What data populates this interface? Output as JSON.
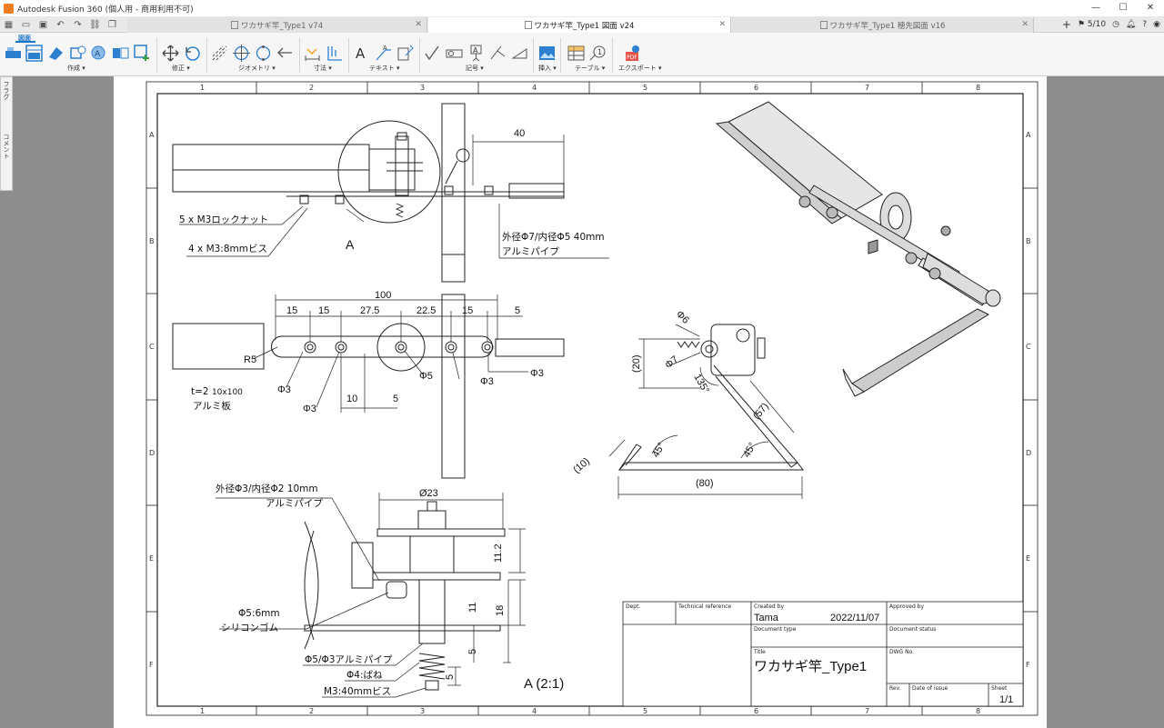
{
  "window": {
    "title": "Autodesk Fusion 360 (個人用 - 商用利用不可)",
    "controls": [
      "—",
      "☐",
      "✕"
    ]
  },
  "tabs": [
    {
      "label": "ワカサギ竿_Type1 v74",
      "active": false
    },
    {
      "label": "ワカサギ竿_Type1 図面 v24",
      "active": true
    },
    {
      "label": "ワカサギ竿_Type1 穂先図面 v16",
      "active": false
    }
  ],
  "tab_right": {
    "jobs": "5/10"
  },
  "toolbar": {
    "mode": "図面",
    "groups": [
      {
        "label": "作成 ▾"
      },
      {
        "label": "修正 ▾"
      },
      {
        "label": "ジオメトリ ▾"
      },
      {
        "label": "寸法 ▾"
      },
      {
        "label": "テキスト ▾"
      },
      {
        "label": "記号 ▾"
      },
      {
        "label": "挿入 ▾"
      },
      {
        "label": "テーブル ▾"
      },
      {
        "label": "エクスポート ▾"
      }
    ]
  },
  "side_panel": {
    "flags": "フラグ",
    "comments": "コメント"
  },
  "sheet": {
    "columns": [
      "1",
      "2",
      "3",
      "4",
      "5",
      "6",
      "7",
      "8"
    ],
    "rows": [
      "A",
      "B",
      "C",
      "D",
      "E",
      "F"
    ],
    "dimensions": {
      "d40": "40",
      "d100": "100",
      "d15a": "15",
      "d15b": "15",
      "d27_5": "27.5",
      "d22_5": "22.5",
      "d15c": "15",
      "d5": "5",
      "r5": "R5",
      "phi3a": "Φ3",
      "phi3b": "Φ3",
      "phi3c": "Φ3",
      "phi3d": "Φ3",
      "phi5": "Φ5",
      "d10": "10",
      "d5b": "5",
      "d23": "Ø23",
      "d11_2": "11.2",
      "d11": "11",
      "d18": "18",
      "d5c": "5",
      "d5d": "5",
      "phi6": "Φ6",
      "phi7": "Φ7",
      "d20": "(20)",
      "a135": "135°",
      "d57": "(57)",
      "a45a": "45°",
      "a45b": "45°",
      "d10p": "(10)",
      "d80": "(80)"
    },
    "notes": {
      "nut": "5 x M3ロックナット",
      "screw": "4 x M3:8mmビス",
      "detail_label": "A",
      "pipe1": "外径Φ7/内径Φ5 40mm",
      "pipe1b": "アルミパイプ",
      "plate1": "t=2",
      "plate1s": "10x100",
      "plate2": "アルミ板",
      "pipe2": "外径Φ3/内径Φ2 10mm",
      "pipe2b": "アルミパイプ",
      "rubber1": "Φ5:6mm",
      "rubber2": "シリコンゴム",
      "pipe3": "Φ5/Φ3アルミパイプ",
      "spring": "Φ4:ばね",
      "screw2": "M3:40mmビス",
      "detail_scale": "A (2:1)"
    },
    "title_block": {
      "dept_label": "Dept.",
      "techref_label": "Technical reference",
      "created_label": "Created by",
      "created_by": "Tama",
      "created_date": "2022/11/07",
      "approved_label": "Approved by",
      "doctype_label": "Document type",
      "docstatus_label": "Document status",
      "title_label": "Title",
      "title": "ワカサギ竿_Type1",
      "dwg_label": "DWG No.",
      "rev_label": "Rev.",
      "issue_label": "Date of issue",
      "sheet_label": "Sheet",
      "sheet": "1/1"
    }
  }
}
